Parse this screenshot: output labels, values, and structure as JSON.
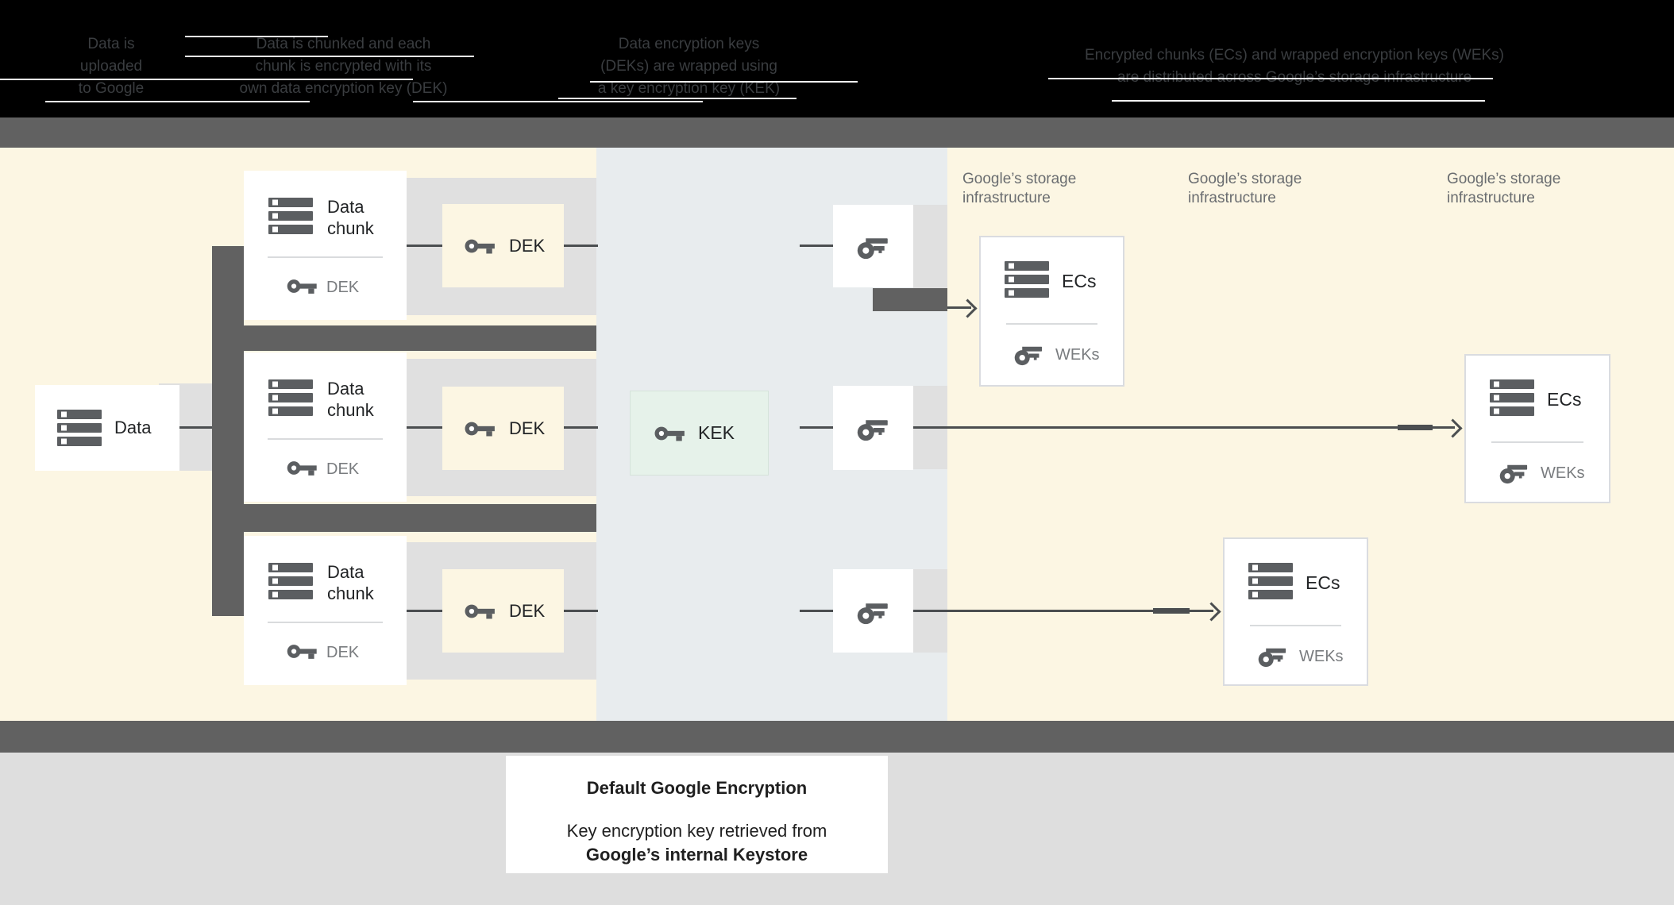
{
  "header": {
    "steps": [
      {
        "lines": [
          "Data is",
          "uploaded",
          "to Google"
        ]
      },
      {
        "lines": [
          "Data is chunked and each",
          "chunk is encrypted with its",
          "own data encryption key (DEK)"
        ]
      },
      {
        "lines": [
          "Data encryption keys",
          "(DEKs) are wrapped using",
          "a key encryption key (KEK)"
        ]
      },
      {
        "lines": [
          "Encrypted chunks (ECs) and wrapped encryption keys (WEKs)",
          "are distributed across Google’s storage infrastructure"
        ]
      }
    ]
  },
  "diagram": {
    "data_box": {
      "label": "Data"
    },
    "chunks": [
      {
        "title": "Data chunk",
        "key_label": "DEK"
      },
      {
        "title": "Data chunk",
        "key_label": "DEK"
      },
      {
        "title": "Data chunk",
        "key_label": "DEK"
      }
    ],
    "dek_boxes": [
      "DEK",
      "DEK",
      "DEK"
    ],
    "kek_box": {
      "label": "KEK"
    },
    "storage_labels": [
      {
        "line1": "Google’s storage",
        "line2": "infrastructure"
      },
      {
        "line1": "Google’s storage",
        "line2": "infrastructure"
      },
      {
        "line1": "Google’s storage",
        "line2": "infrastructure"
      }
    ],
    "ecs_boxes": [
      {
        "title": "ECs",
        "key_label": "WEKs"
      },
      {
        "title": "ECs",
        "key_label": "WEKs"
      },
      {
        "title": "ECs",
        "key_label": "WEKs"
      }
    ]
  },
  "caption": {
    "title": "Default Google Encryption",
    "line1": "Key encryption key retrieved from",
    "line2": "Google’s internal Keystore"
  },
  "colors": {
    "background_cream": "#FCF6E3",
    "keystore_panel": "#E8ECEE",
    "band_gray": "#E0E0E0",
    "connector_dark": "#616161",
    "line_dark": "#4B4E50",
    "kek_green": "#E6F2EA",
    "footer_gray": "#DEDEDE",
    "header_black": "#000000"
  }
}
